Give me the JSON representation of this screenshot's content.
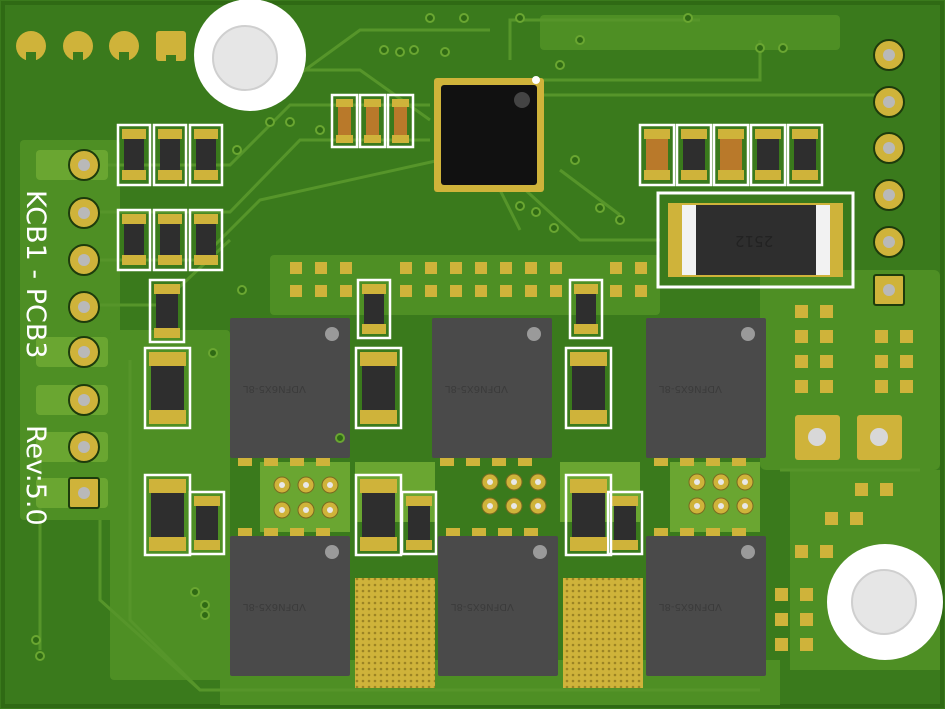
{
  "board": {
    "silkscreen_name": "KCB1 - PCB3",
    "silkscreen_rev": "Rev:5.0",
    "resistor_package": "2512",
    "mosfet_package": "VDFN6X5-8L",
    "colors": {
      "pcb": "#3f7d1f",
      "copper_pour": "#5e9a2b",
      "trace": "#4f8e25",
      "pad_gold": "#cfb33a",
      "silkscreen": "#ffffff",
      "ic_body": "#4a4a4a",
      "mcu_body": "#111111",
      "hole": "#e6e6e6"
    }
  }
}
